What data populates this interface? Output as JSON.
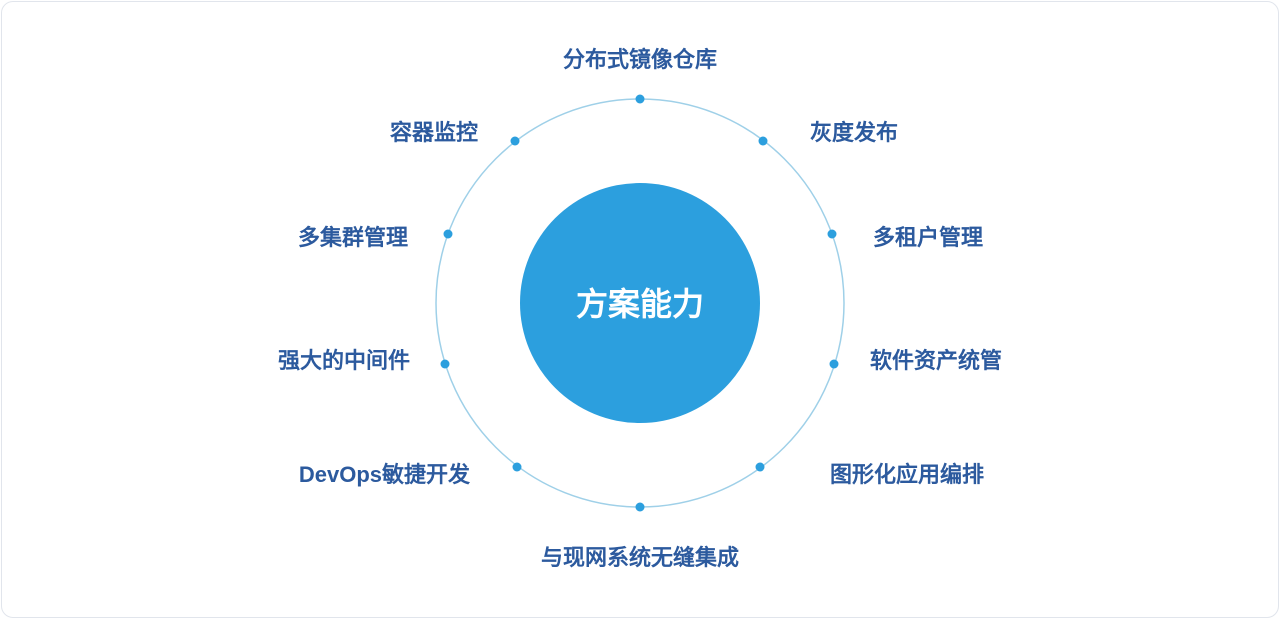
{
  "center": {
    "label": "方案能力"
  },
  "capabilities": [
    {
      "label": "分布式镜像仓库"
    },
    {
      "label": "灰度发布"
    },
    {
      "label": "多租户管理"
    },
    {
      "label": "软件资产统管"
    },
    {
      "label": "图形化应用编排"
    },
    {
      "label": "与现网系统无缝集成"
    },
    {
      "label": "DevOps敏捷开发"
    },
    {
      "label": "强大的中间件"
    },
    {
      "label": "多集群管理"
    },
    {
      "label": "容器监控"
    }
  ],
  "colors": {
    "ring": "#9fd0e8",
    "dot": "#2c9fde",
    "center_fill": "#2c9fde",
    "label": "#2c5a9e",
    "center_text": "#ffffff"
  }
}
